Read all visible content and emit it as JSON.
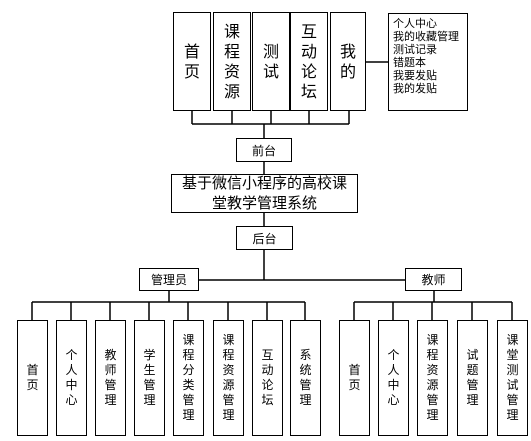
{
  "root": {
    "line1": "基于微信小程序的高校课",
    "line2": "堂教学管理系统"
  },
  "frontend": {
    "label": "前台",
    "modules": [
      "首页",
      "课程资源",
      "测试",
      "互动论坛",
      "我的"
    ],
    "my_items": [
      "个人中心",
      "我的收藏管理",
      "测试记录",
      "错题本",
      "我要发贴",
      "我的发贴"
    ]
  },
  "backend": {
    "label": "后台",
    "admin": {
      "label": "管理员",
      "modules": [
        "首页",
        "个人中心",
        "教师管理",
        "学生管理",
        "课程分类管理",
        "课程资源管理",
        "互动论坛",
        "系统管理"
      ]
    },
    "teacher": {
      "label": "教师",
      "modules": [
        "首页",
        "个人中心",
        "课程资源管理",
        "试题管理",
        "课堂测试管理"
      ]
    }
  }
}
